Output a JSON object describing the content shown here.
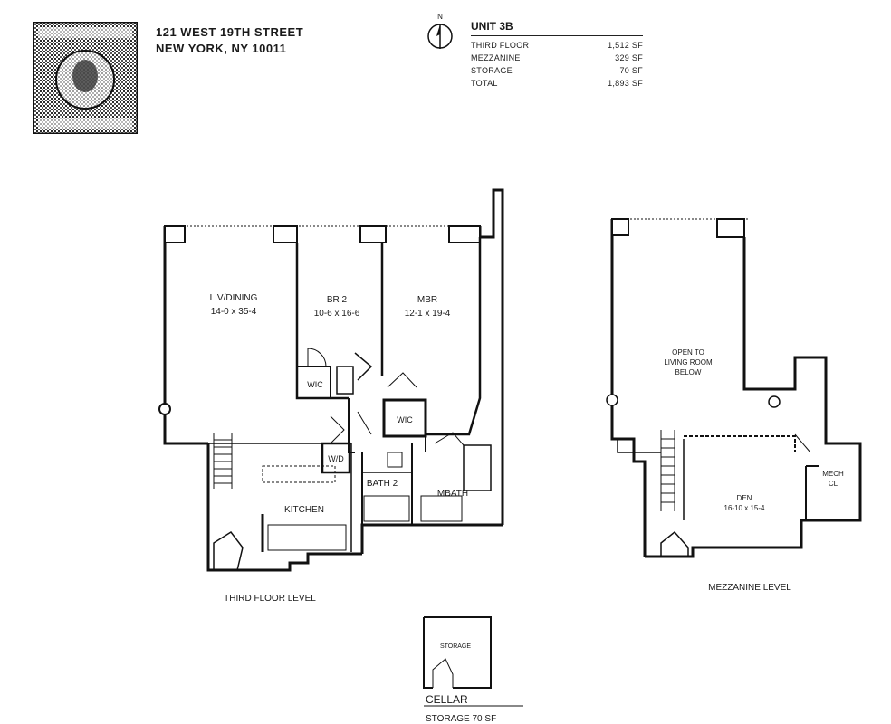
{
  "header": {
    "address_line1": "121 WEST 19TH STREET",
    "address_line2": "NEW YORK, NY 10011",
    "compass_letter": "N",
    "unit_title": "UNIT 3B",
    "areas": [
      {
        "label": "THIRD FLOOR",
        "value": "1,512 SF"
      },
      {
        "label": "MEZZANINE",
        "value": "329 SF"
      },
      {
        "label": "STORAGE",
        "value": "70 SF"
      },
      {
        "label": "TOTAL",
        "value": "1,893 SF"
      }
    ]
  },
  "third_floor": {
    "level_label": "THIRD FLOOR LEVEL",
    "rooms": {
      "living_name": "LIV/DINING",
      "living_dims": "14-0 x 35-4",
      "br2_name": "BR 2",
      "br2_dims": "10-6 x 16-6",
      "mbr_name": "MBR",
      "mbr_dims": "12-1 x 19-4",
      "wic_small": "WIC",
      "wic_mbr": "WIC",
      "wd": "W/D",
      "kitchen": "KITCHEN",
      "bath2": "BATH 2",
      "mbath": "MBATH"
    }
  },
  "mezzanine": {
    "level_label": "MEZZANINE LEVEL",
    "rooms": {
      "open_line1": "OPEN TO",
      "open_line2": "LIVING ROOM",
      "open_line3": "BELOW",
      "den_name": "DEN",
      "den_dims": "16-10 x 15-4",
      "mech_line1": "MECH",
      "mech_line2": "CL"
    }
  },
  "cellar": {
    "room_label": "STORAGE",
    "title": "CELLAR",
    "subtitle": "STORAGE 70 SF"
  }
}
